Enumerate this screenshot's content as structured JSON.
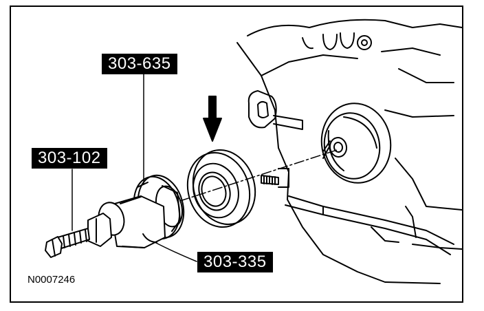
{
  "figure_id": "N0007246",
  "callouts": {
    "tool_635": "303-635",
    "tool_102": "303-102",
    "tool_335": "303-335"
  },
  "colors": {
    "ink": "#000000",
    "paper": "#ffffff"
  }
}
